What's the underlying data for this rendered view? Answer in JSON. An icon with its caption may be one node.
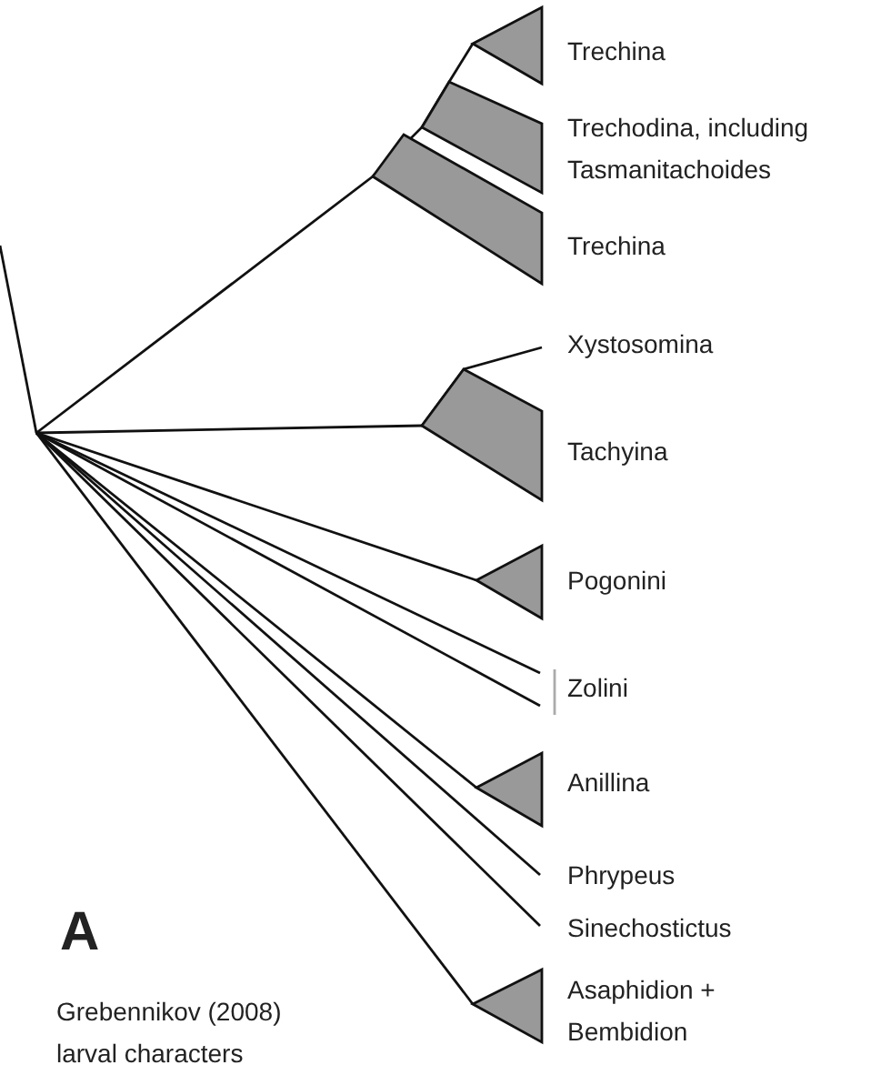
{
  "diagram": {
    "caption": "Grebennikov (2008) larval characters",
    "labels": [
      "Trechina",
      "Trechodina, including Tasmanitachoides",
      "Trechina",
      "Xystosomina",
      "Tachyina",
      "Pogonini",
      "Zolini",
      "Anillina",
      "Phrypeus",
      "Sinechostictus",
      "Asaphidion + Bembidion",
      "A"
    ]
  }
}
